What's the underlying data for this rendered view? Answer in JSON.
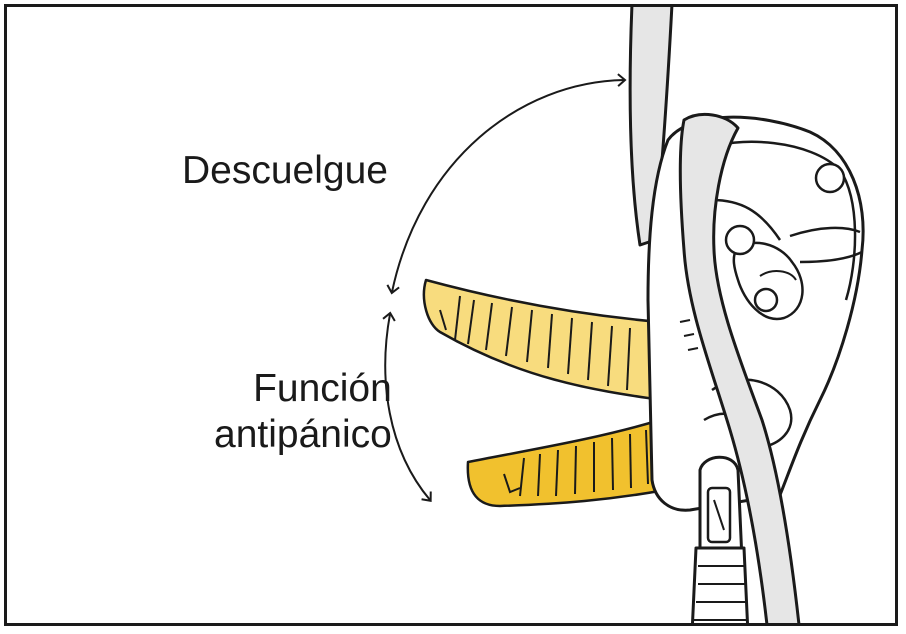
{
  "labels": {
    "descuelgue": "Descuelgue",
    "funcion_line1": "Función",
    "funcion_line2": "antipánico"
  },
  "colors": {
    "outline": "#1a1a1a",
    "rope": "#e6e6e6",
    "handle_released": "#f8dc7e",
    "handle_panic": "#f1c12e",
    "background": "#ffffff"
  },
  "icons": [
    "descender-device",
    "rope",
    "carabiner",
    "handle-released",
    "handle-antipanic",
    "curved-arrow"
  ]
}
